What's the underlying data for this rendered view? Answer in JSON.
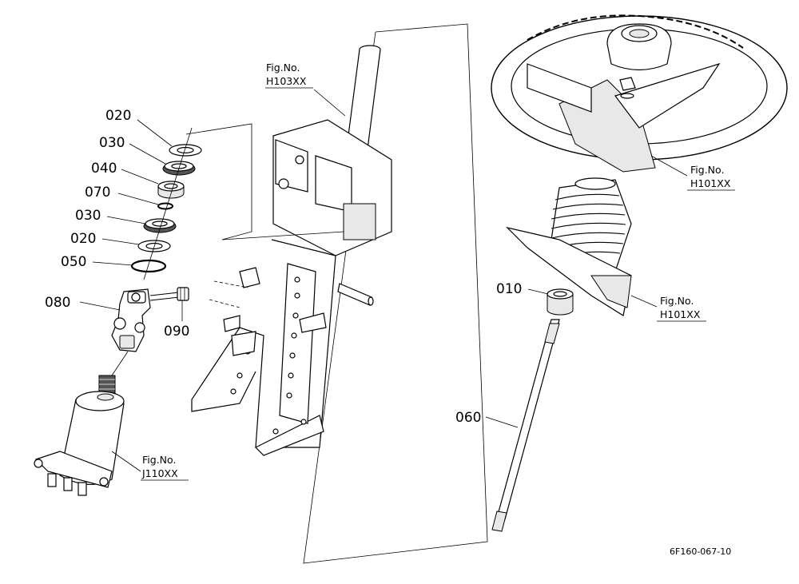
{
  "callouts": [
    {
      "id": "c-020-top",
      "text": "020"
    },
    {
      "id": "c-030-top",
      "text": "030"
    },
    {
      "id": "c-040",
      "text": "040"
    },
    {
      "id": "c-070",
      "text": "070"
    },
    {
      "id": "c-030-bot",
      "text": "030"
    },
    {
      "id": "c-020-bot",
      "text": "020"
    },
    {
      "id": "c-050",
      "text": "050"
    },
    {
      "id": "c-080",
      "text": "080"
    },
    {
      "id": "c-090",
      "text": "090"
    },
    {
      "id": "c-010",
      "text": "010"
    },
    {
      "id": "c-060",
      "text": "060"
    }
  ],
  "fig_refs": [
    {
      "id": "ref-h103",
      "line1": "Fig.No.",
      "line2": "H103XX"
    },
    {
      "id": "ref-h101-top",
      "line1": "Fig.No.",
      "line2": "H101XX"
    },
    {
      "id": "ref-h101-bot",
      "line1": "Fig.No.",
      "line2": "H101XX"
    },
    {
      "id": "ref-j110",
      "line1": "Fig.No.",
      "line2": "J110XX"
    }
  ],
  "drawing_code": "6F160-067-10"
}
